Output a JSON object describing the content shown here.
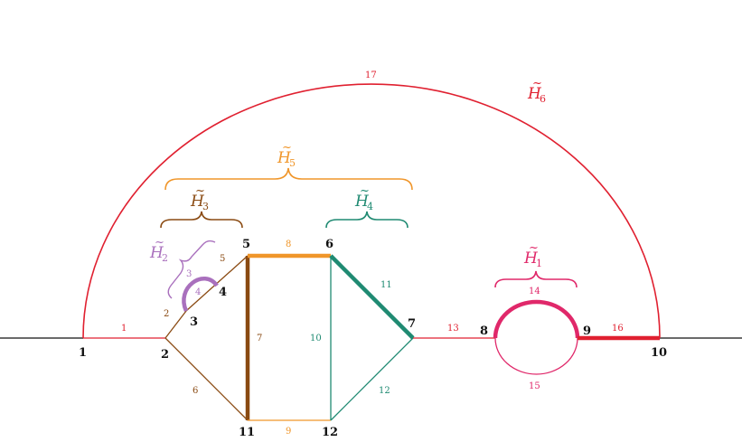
{
  "colors": {
    "red": "#e02030",
    "crimson": "#e0286a",
    "orange": "#f0962a",
    "brown": "#8a4a12",
    "teal": "#1f8a72",
    "purple": "#a970bd",
    "black": "#111111"
  },
  "nodes": [
    "1",
    "2",
    "3",
    "4",
    "5",
    "6",
    "7",
    "8",
    "9",
    "10",
    "11",
    "12"
  ],
  "edges": [
    "1",
    "2",
    "3",
    "4",
    "5",
    "6",
    "7",
    "8",
    "9",
    "10",
    "11",
    "12",
    "13",
    "14",
    "15",
    "16",
    "17"
  ],
  "groups": [
    {
      "letter": "H",
      "tilde": "~",
      "sub": "1",
      "color": "crimson"
    },
    {
      "letter": "H",
      "tilde": "~",
      "sub": "2",
      "color": "purple"
    },
    {
      "letter": "H",
      "tilde": "~",
      "sub": "3",
      "color": "brown"
    },
    {
      "letter": "H",
      "tilde": "~",
      "sub": "4",
      "color": "teal"
    },
    {
      "letter": "H",
      "tilde": "~",
      "sub": "5",
      "color": "orange"
    },
    {
      "letter": "H",
      "tilde": "~",
      "sub": "6",
      "color": "red"
    }
  ]
}
